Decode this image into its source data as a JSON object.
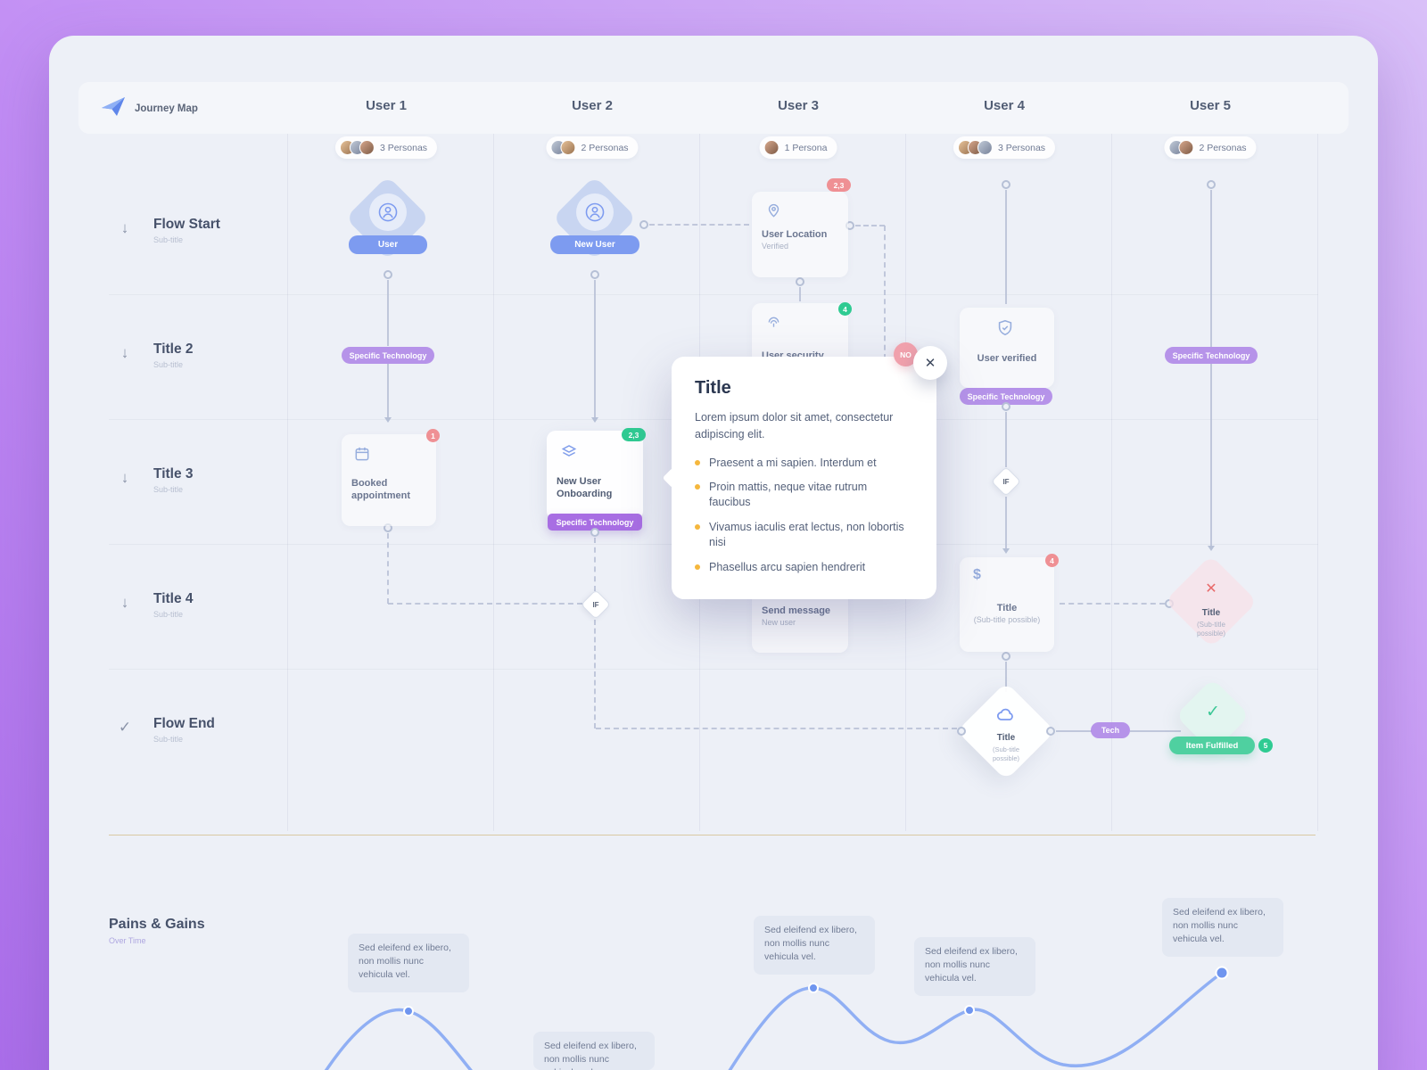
{
  "brand": {
    "name": "Journey Map"
  },
  "columns": [
    {
      "label": "User 1",
      "personas": "3 Personas"
    },
    {
      "label": "User 2",
      "personas": "2 Personas"
    },
    {
      "label": "User 3",
      "personas": "1 Persona"
    },
    {
      "label": "User 4",
      "personas": "3 Personas"
    },
    {
      "label": "User 5",
      "personas": "2 Personas"
    }
  ],
  "rows": [
    {
      "title": "Flow Start",
      "subtitle": "Sub-title"
    },
    {
      "title": "Title 2",
      "subtitle": "Sub-title"
    },
    {
      "title": "Title 3",
      "subtitle": "Sub-title"
    },
    {
      "title": "Title 4",
      "subtitle": "Sub-title"
    },
    {
      "title": "Flow End",
      "subtitle": "Sub-title"
    }
  ],
  "icons": {
    "arrow_down": "↓",
    "check": "✓",
    "close": "✕",
    "x_mark": "✕",
    "dollar": "$",
    "if": "IF"
  },
  "nodes": {
    "user1_start": {
      "label": "User"
    },
    "user2_start": {
      "label": "New User"
    },
    "user1_tech": {
      "label": "Specific Technology"
    },
    "user1_booked": {
      "title": "Booked appointment",
      "badge": "1"
    },
    "user2_onboarding": {
      "title": "New User Onboarding",
      "badge": "2,3",
      "tech": "Specific Technology"
    },
    "user3_location": {
      "title": "User Location",
      "subtitle": "Verified",
      "badge": "2,3"
    },
    "user3_security": {
      "title": "User security",
      "badge": "4",
      "flag": "NO"
    },
    "user3_message": {
      "title": "Send message",
      "subtitle": "New user"
    },
    "user4_verified": {
      "title": "User verified",
      "tech": "Specific Technology"
    },
    "user4_title": {
      "title": "Title",
      "subtitle": "(Sub-title possible)",
      "badge": "4"
    },
    "user4_cloud": {
      "title": "Title",
      "subtitle": "(Sub-title possible)"
    },
    "user4_tech": {
      "label": "Tech"
    },
    "user5_tech": {
      "label": "Specific Technology"
    },
    "user5_fail": {
      "title": "Title",
      "subtitle": "(Sub-title possible)"
    },
    "user5_fulfilled": {
      "label": "Item Fulfilled",
      "badge": "5"
    }
  },
  "modal": {
    "title": "Title",
    "body": "Lorem ipsum dolor sit amet, consectetur adipiscing elit.",
    "bullets": [
      "Praesent a mi sapien. Interdum et",
      "Proin mattis, neque vitae rutrum faucibus",
      "Vivamus iaculis erat lectus, non lobortis nisi",
      "Phasellus arcu sapien hendrerit"
    ]
  },
  "pains": {
    "title": "Pains & Gains",
    "subtitle": "Over Time",
    "note": "Sed eleifend ex libero, non mollis nunc vehicula vel."
  },
  "colors": {
    "accent_purple": "#ab82e6",
    "accent_blue": "#7d9bf0",
    "accent_green": "#2fcb92",
    "accent_red": "#ef9094",
    "bullet_orange": "#f5b73d"
  }
}
